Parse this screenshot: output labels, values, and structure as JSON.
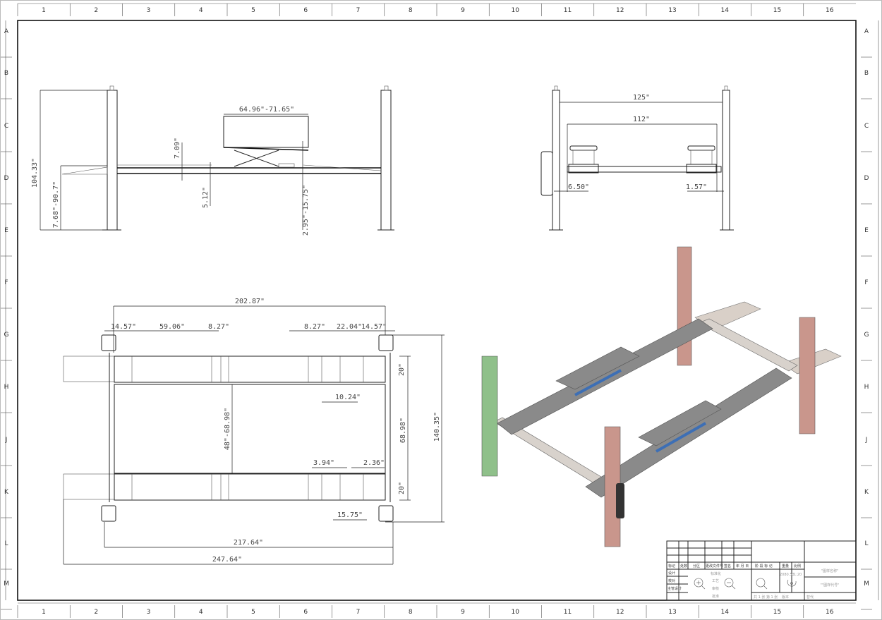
{
  "frame": {
    "columns": [
      "1",
      "2",
      "3",
      "4",
      "5",
      "6",
      "7",
      "8",
      "9",
      "10",
      "11",
      "12",
      "13",
      "14",
      "15",
      "16"
    ],
    "rows": [
      "A",
      "B",
      "C",
      "D",
      "E",
      "F",
      "G",
      "H",
      "J",
      "K",
      "L",
      "M"
    ]
  },
  "side_view": {
    "overall_height": "104.33\"",
    "platform_height_range": "7.68\"-90.7\"",
    "jack_length_range": "64.96\"-71.65\"",
    "jack_height": "7.09\"",
    "runway_thickness": "5.12\"",
    "jack_lift_range": "2.95\"-15.75\""
  },
  "front_view": {
    "outer_width": "125\"",
    "inner_width": "112\"",
    "left_offset": "6.50\"",
    "right_offset": "1.57\""
  },
  "top_view": {
    "post_span": "202.87\"",
    "seg_left_end": "14.57\"",
    "seg_59": "59.06\"",
    "seg_8a": "8.27\"",
    "seg_8b": "8.27\"",
    "seg_22": "22.04\"",
    "seg_right_end": "14.57\"",
    "runway_width_top": "20\"",
    "runway_width_bottom": "20\"",
    "runway_gap": "48\"-68.98\"",
    "inner_span": "68.98\"",
    "overall_width": "140.35\"",
    "jack_offset": "10.24\"",
    "dim_394": "3.94\"",
    "dim_236": "2.36\"",
    "dim_1575": "15.75\"",
    "base_length": "217.64\"",
    "overall_length": "247.64\""
  },
  "iso_view": {
    "colors": {
      "post_red": "#c9968c",
      "post_green": "#8fc08a",
      "runway": "#8a8a8a",
      "beam": "#d8d2cc",
      "arm": "#3d6fb5"
    }
  },
  "title_block": {
    "headers": [
      "标记",
      "处数",
      "分区",
      "更改文件号",
      "签名",
      "年 月 日"
    ],
    "rows_left": [
      "设计",
      "校对",
      "主管设计"
    ],
    "mid_col": [
      "标准化",
      "工艺",
      "审核",
      "批准"
    ],
    "stage_label": "阶 段 标 记",
    "weight_label": "重量",
    "scale_label": "比例",
    "weight_value": "2080.53",
    "scale_value": "1:20",
    "drawing_name": "\"图样名称\"",
    "drawing_code": "\"\"图样代号\"",
    "sheet_info": "共 1 张  第 1 张",
    "version_label": "版本",
    "replace_label": "替代",
    "zoom_in_icon": "zoom-in-icon",
    "zoom_out_icon": "zoom-out-icon",
    "zoom_search_icon": "search-icon",
    "rotate_icon": "rotate-icon"
  }
}
